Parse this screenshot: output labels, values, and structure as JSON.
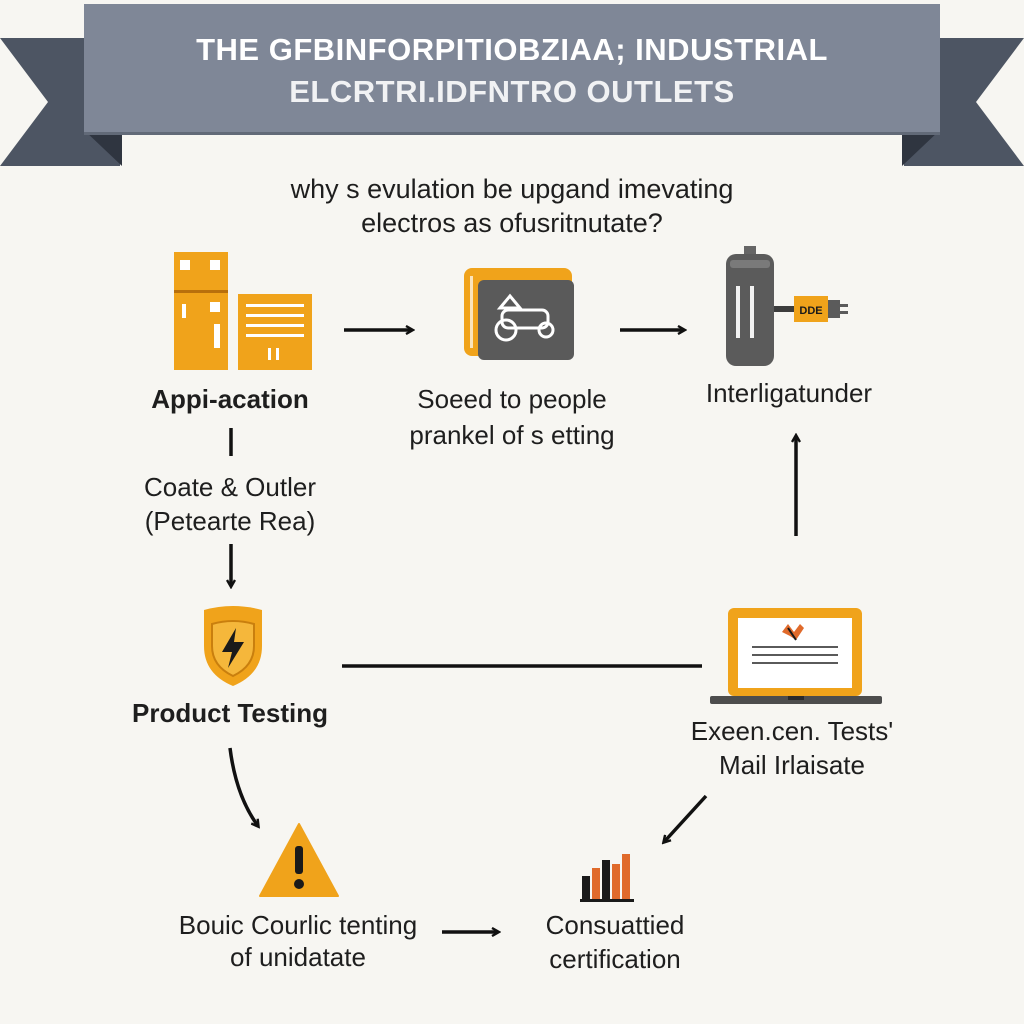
{
  "banner": {
    "line1": "THE GFBINFORPITIOBZIAA; INDUSTRIAL",
    "line2": "ELCRTRI.IDFNTRO OUTLETS"
  },
  "subtitle": {
    "line1": "why s evulation be upgand imevating",
    "line2": "electros as ofusritnutate?"
  },
  "nodes": {
    "application": {
      "label": "Appi-acation"
    },
    "speed": {
      "line1": "Soeed to people",
      "line2": "prankel of s etting"
    },
    "interligat": {
      "label": "Interligatunder",
      "plug_text": "DDE"
    },
    "coate": {
      "line1": "Coate & Outler",
      "line2": "(Petearte Rea)"
    },
    "product_testing": {
      "label": "Product Testing"
    },
    "exeen": {
      "line1": "Exeen.cen. Tests'",
      "line2": "Mail Irlaisate"
    },
    "bouic": {
      "line1": "Bouic Courlic tenting",
      "line2": "of unidatate"
    },
    "consuattied": {
      "line1": "Consuattied",
      "line2": "certification"
    }
  },
  "colors": {
    "accent_orange": "#f0a31b",
    "dark_gray": "#5a5a5a",
    "banner": "#7f8797",
    "banner_dark": "#4d5563",
    "chart_orange": "#e06a2b"
  },
  "icons": {
    "application": [
      "cabinet-icon",
      "panel-icon"
    ],
    "speed": "device-icon",
    "interligat": "plug-cylinder-icon",
    "product_testing": "lightning-shield-icon",
    "exeen": "laptop-icon",
    "bouic": "warning-icon",
    "consuattied": "bar-chart-icon"
  }
}
